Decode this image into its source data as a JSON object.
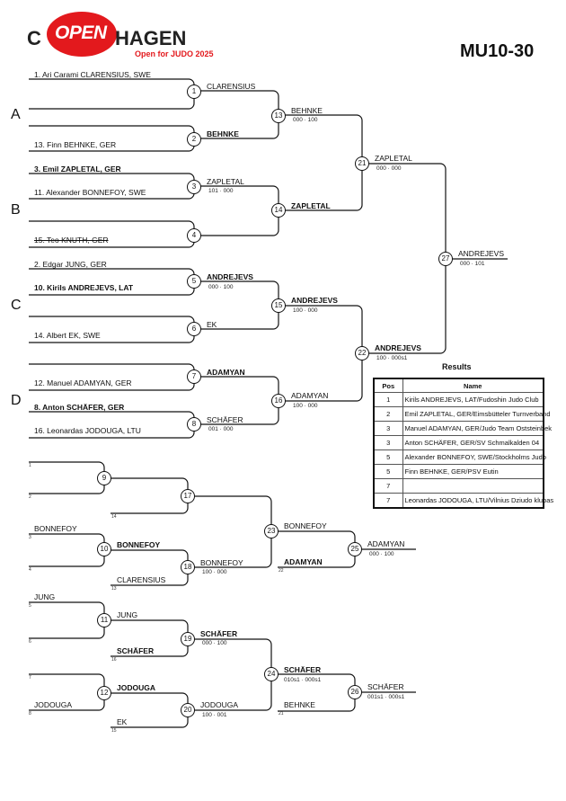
{
  "header": {
    "logo_c": "C",
    "logo_open": "OPEN",
    "logo_hagen": "HAGEN",
    "logo_subtitle": "Open for JUDO 2025",
    "category": "MU10-30"
  },
  "pools": [
    "A",
    "B",
    "C",
    "D"
  ],
  "entries": [
    "1. Ari Carami CLARENSIUS, SWE",
    "13. Finn BEHNKE, GER",
    "3. Emil ZAPLETAL, GER",
    "11. Alexander BONNEFOY, SWE",
    "15. Teo KNUTH, GER",
    "2. Edgar JUNG, GER",
    "10. Kirils ANDREJEVS, LAT",
    "14. Albert EK, SWE",
    "12. Manuel ADAMYAN, GER",
    "8. Anton SCHÄFER, GER",
    "16. Leonardas JODOUGA, LTU"
  ],
  "winners": {
    "m1": "CLARENSIUS",
    "m2": "BEHNKE",
    "m3": "ZAPLETAL",
    "m4": "",
    "m5": "ANDREJEVS",
    "m6": "EK",
    "m7": "ADAMYAN",
    "m8": "SCHÄFER",
    "m13": "BEHNKE",
    "m14": "ZAPLETAL",
    "m15": "ANDREJEVS",
    "m16": "ADAMYAN",
    "m21": "ZAPLETAL",
    "m22": "ANDREJEVS",
    "m27": "ANDREJEVS"
  },
  "scores": {
    "m3": "101 · 000",
    "m5": "000 · 100",
    "m8": "001 · 000",
    "m13": "000 · 100",
    "m15": "100 · 000",
    "m16": "100 · 000",
    "m21": "000 · 000",
    "m22": "100 · 000s1",
    "m27": "000 · 101"
  },
  "repechage": {
    "r9_in1": "",
    "r9_in2": "",
    "r10_in1": "BONNEFOY",
    "r10_in2": "",
    "r10_w": "BONNEFOY",
    "r18_in2": "CLARENSIUS",
    "r18_w": "BONNEFOY",
    "r18_score": "100 · 000",
    "r23_in1": "BONNEFOY",
    "r23_w": "ADAMYAN",
    "r25_w": "ADAMYAN",
    "r25_score": "000 · 100",
    "r11_in1": "JUNG",
    "r11_w": "JUNG",
    "r19_in2": "SCHÄFER",
    "r19_w": "SCHÄFER",
    "r19_score": "000 · 100",
    "r12_w": "JODOUGA",
    "r12_in2": "JODOUGA",
    "r20_in2": "EK",
    "r20_w": "JODOUGA",
    "r20_score": "100 · 001",
    "r24_w": "SCHÄFER",
    "r24_score": "010s1 · 000s1",
    "r24_in2": "BEHNKE",
    "r26_w": "SCHÄFER",
    "r26_score": "001s1 · 000s1"
  },
  "tiny_labels": [
    "1",
    "2",
    "14",
    "3",
    "4",
    "13",
    "22",
    "5",
    "6",
    "16",
    "7",
    "8",
    "15",
    "21"
  ],
  "results": {
    "title": "Results",
    "headers": [
      "Pos",
      "Name"
    ],
    "rows": [
      {
        "pos": "1",
        "name": "Kirils ANDREJEVS, LAT/Fudoshin Judo Club"
      },
      {
        "pos": "2",
        "name": "Emil ZAPLETAL, GER/Eimsbütteler Turnverband"
      },
      {
        "pos": "3",
        "name": "Manuel ADAMYAN, GER/Judo Team Oststeinbek"
      },
      {
        "pos": "3",
        "name": "Anton SCHÄFER, GER/SV Schmalkalden 04"
      },
      {
        "pos": "5",
        "name": "Alexander BONNEFOY, SWE/Stockholms Judo"
      },
      {
        "pos": "5",
        "name": "Finn BEHNKE, GER/PSV Eutin"
      },
      {
        "pos": "7",
        "name": ""
      },
      {
        "pos": "7",
        "name": "Leonardas JODOUGA, LTU/Vilnius Dziudo klubas"
      }
    ]
  },
  "match_numbers": [
    "1",
    "2",
    "3",
    "4",
    "5",
    "6",
    "7",
    "8",
    "13",
    "14",
    "15",
    "16",
    "21",
    "22",
    "27",
    "9",
    "10",
    "11",
    "12",
    "17",
    "18",
    "19",
    "20",
    "23",
    "24",
    "25",
    "26"
  ]
}
